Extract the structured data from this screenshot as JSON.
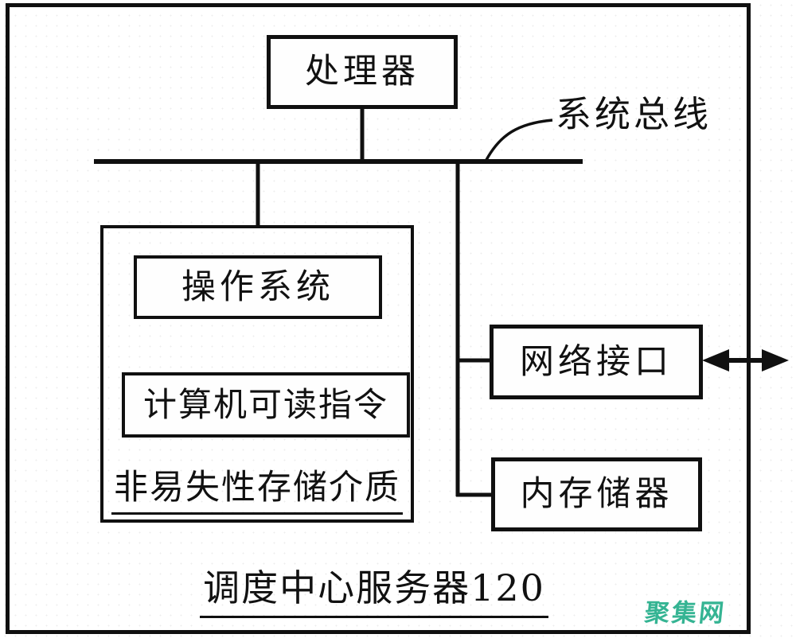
{
  "figure": {
    "boxes": {
      "processor": "处理器",
      "operating_system": "操作系统",
      "instructions": "计算机可读指令",
      "network_interface": "网络接口",
      "memory": "内存储器"
    },
    "labels": {
      "system_bus": "系统总线",
      "storage_medium": "非易失性存储介质",
      "caption": "调度中心服务器120"
    },
    "watermark": {
      "text": "聚集网",
      "color": "#35b493"
    },
    "colors": {
      "line": "#101010",
      "background": "#ffffff"
    }
  }
}
